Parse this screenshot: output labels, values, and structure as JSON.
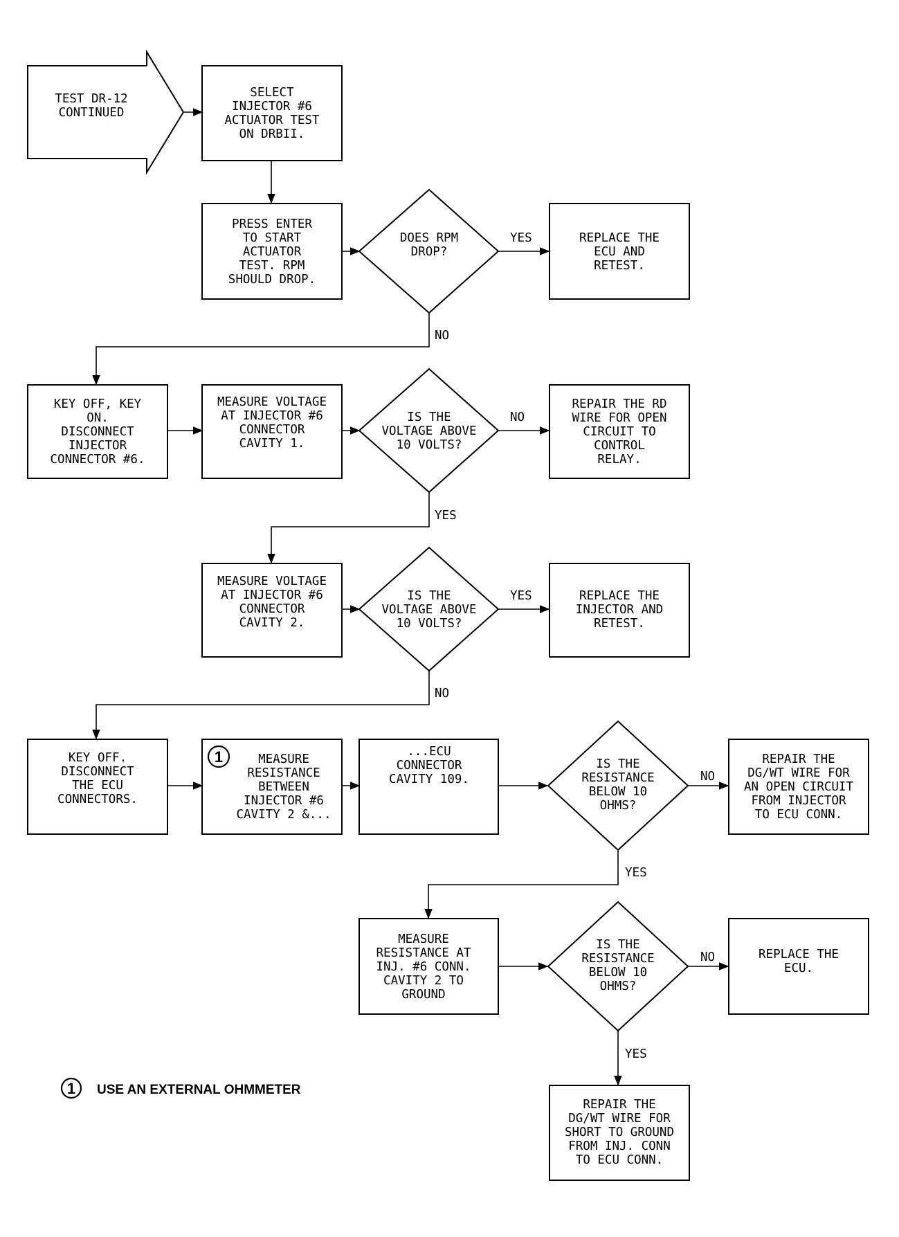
{
  "nodes": {
    "start": [
      "TEST DR-12",
      "CONTINUED"
    ],
    "select": [
      "SELECT",
      "INJECTOR #6",
      "ACTUATOR TEST",
      "ON DRBII."
    ],
    "press": [
      "PRESS ENTER",
      "TO START",
      "ACTUATOR",
      "TEST. RPM",
      "SHOULD DROP."
    ],
    "q_rpm": [
      "DOES RPM",
      "DROP?"
    ],
    "replace_ecu_retest": [
      "REPLACE THE",
      "ECU AND",
      "RETEST."
    ],
    "keyoff1": [
      "KEY OFF, KEY",
      "ON.",
      "DISCONNECT",
      "INJECTOR",
      "CONNECTOR #6."
    ],
    "measure_v1": [
      "MEASURE VOLTAGE",
      "AT INJECTOR #6",
      "CONNECTOR",
      "CAVITY 1."
    ],
    "q_v1": [
      "IS THE",
      "VOLTAGE ABOVE",
      "10 VOLTS?"
    ],
    "repair_rd": [
      "REPAIR THE RD",
      "WIRE FOR OPEN",
      "CIRCUIT TO",
      "CONTROL",
      "RELAY."
    ],
    "measure_v2": [
      "MEASURE VOLTAGE",
      "AT INJECTOR #6",
      "CONNECTOR",
      "CAVITY 2."
    ],
    "q_v2": [
      "IS THE",
      "VOLTAGE ABOVE",
      "10 VOLTS?"
    ],
    "replace_inj": [
      "REPLACE THE",
      "INJECTOR AND",
      "RETEST."
    ],
    "keyoff2": [
      "KEY OFF.",
      "DISCONNECT",
      "THE ECU",
      "CONNECTORS."
    ],
    "measure_r1": [
      "MEASURE",
      "RESISTANCE",
      "BETWEEN",
      "INJECTOR #6",
      "CAVITY 2 &..."
    ],
    "ecu_cavity": [
      "...ECU",
      "CONNECTOR",
      "CAVITY 109."
    ],
    "q_r1": [
      "IS THE",
      "RESISTANCE",
      "BELOW 10",
      "OHMS?"
    ],
    "repair_open": [
      "REPAIR THE",
      "DG/WT WIRE FOR",
      "AN OPEN CIRCUIT",
      "FROM INJECTOR",
      "TO ECU CONN."
    ],
    "measure_r2": [
      "MEASURE",
      "RESISTANCE AT",
      "INJ. #6 CONN.",
      "CAVITY 2 TO",
      "GROUND"
    ],
    "q_r2": [
      "IS THE",
      "RESISTANCE",
      "BELOW 10",
      "OHMS?"
    ],
    "replace_ecu": [
      "REPLACE THE",
      "ECU."
    ],
    "repair_short": [
      "REPAIR THE",
      "DG/WT WIRE FOR",
      "SHORT TO GROUND",
      "FROM INJ. CONN",
      "TO ECU CONN."
    ]
  },
  "labels": {
    "yes": "YES",
    "no": "NO"
  },
  "footnote": {
    "number": "1",
    "text": "USE AN EXTERNAL OHMMETER"
  }
}
